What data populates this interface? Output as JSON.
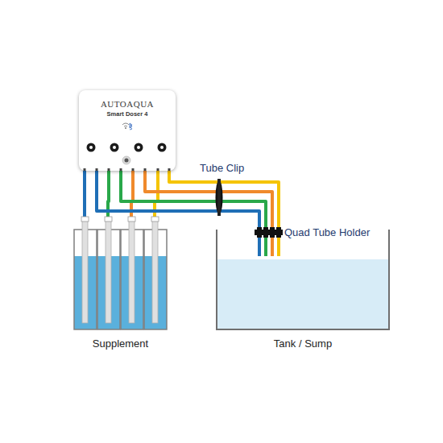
{
  "diagram": {
    "nodes": [
      {
        "text": [
          "AUTOAQUA",
          "Smart Doser 4"
        ]
      },
      {
        "text": [
          "Supplement"
        ]
      },
      {
        "text": [
          "Tank / Sump"
        ]
      }
    ],
    "edges": [
      {
        "from": 0,
        "to": 1,
        "arrow": "none"
      },
      {
        "from": 0,
        "to": 2,
        "arrow": "none"
      }
    ],
    "labels": [
      "Tube Clip",
      "Quad Tube Holder"
    ]
  }
}
